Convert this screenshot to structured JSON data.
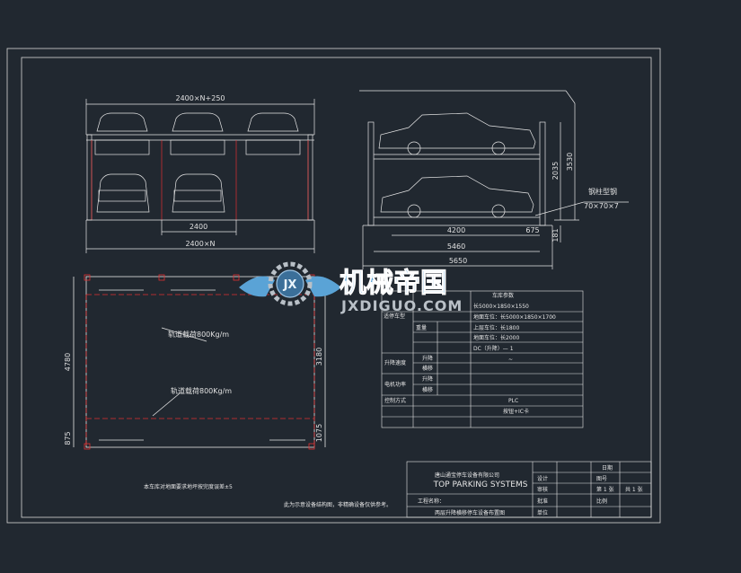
{
  "colors": {
    "background": "#212830",
    "line": "#e6e6e6",
    "red": "#e03030",
    "watermark_blue": "#5aa3d6",
    "watermark_grey": "#b9c0c7"
  },
  "front_view": {
    "overall_width": "2400×N+250",
    "middle_width": "2400",
    "bottom_width": "2400×N"
  },
  "side_view": {
    "dim_2035": "2035",
    "dim_3530": "3530",
    "dim_4200": "4200",
    "dim_675": "675",
    "dim_5460": "5460",
    "dim_5650": "5650",
    "dim_181": "181",
    "steel_label": "钢柱型钢",
    "steel_size": "70×70×7"
  },
  "plan_view": {
    "load_label_upper": "轨道载荷800Kg/m",
    "load_label_lower": "轨道载荷800Kg/m",
    "dim_4780": "4780",
    "dim_3180": "3180",
    "dim_875": "875",
    "dim_1075": "1075",
    "note": "本车库对地面要求地坪按完度误差±5"
  },
  "spec_table": {
    "header": "车库参数",
    "row1": "长5000×1850×1550",
    "row2": "地面车位：长5000×1850×1700",
    "row3": "上层车位：长1800",
    "row4": "地面车位：长2000",
    "row5": "DC（升降）— 1",
    "row6": "~",
    "label_size": "适停车型",
    "label_weight": "重量",
    "label_speed": "升降速度",
    "label_power": "电机功率",
    "label_control": "控制方式",
    "r1": "升降",
    "r2": "横移",
    "r3": "升降",
    "r4": "横移",
    "val_control": "PLC",
    "val_mode": "按钮+IC卡"
  },
  "title_block": {
    "company": "唐山通宝停车设备有限公司",
    "english": "TOP PARKING SYSTEMS",
    "project_label": "工程名称：",
    "drawing_name": "两层升降横移停车设备布置图",
    "design": "设计",
    "check": "审核",
    "approve": "批准",
    "scale_label": "比例",
    "sheet_label": "第 1 张",
    "total_label": "共 1 张",
    "date_label": "日期",
    "drawing_no": "图号",
    "unit_label": "单位"
  },
  "notes": {
    "disclaimer": "此为示意设备结构图，非精确设备仅供参考。"
  },
  "watermark": {
    "logo_letters": "JX",
    "brand": "机械帝国",
    "site": "JXDIGUO.COM"
  }
}
